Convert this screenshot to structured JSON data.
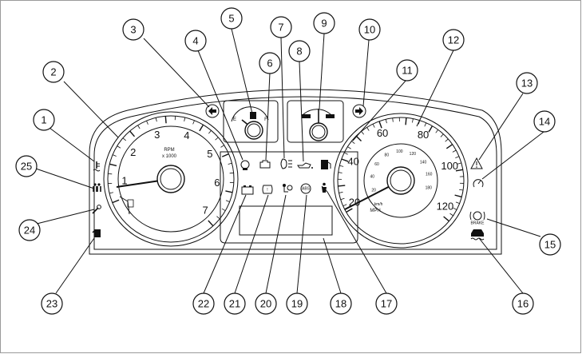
{
  "callouts": [
    "1",
    "2",
    "3",
    "4",
    "5",
    "6",
    "7",
    "8",
    "9",
    "10",
    "11",
    "12",
    "13",
    "14",
    "15",
    "16",
    "17",
    "18",
    "19",
    "20",
    "21",
    "22",
    "23",
    "24",
    "25"
  ],
  "tachometer": {
    "unit_label": "RPM",
    "scale_label": "x 1000",
    "numbers": [
      "1",
      "2",
      "3",
      "4",
      "5",
      "6",
      "7"
    ]
  },
  "speedometer": {
    "numbers": [
      "20",
      "40",
      "60",
      "80",
      "100",
      "120"
    ],
    "inner_numbers": [
      "20",
      "40",
      "60",
      "80",
      "100",
      "120",
      "140",
      "160",
      "180"
    ],
    "unit_label": "MPH",
    "inner_unit_label": "km/h"
  },
  "fuel_gauge": {
    "empty_label": "E",
    "full_label": "F"
  },
  "brake_label": "BRAKE",
  "abs_label": "ABS"
}
